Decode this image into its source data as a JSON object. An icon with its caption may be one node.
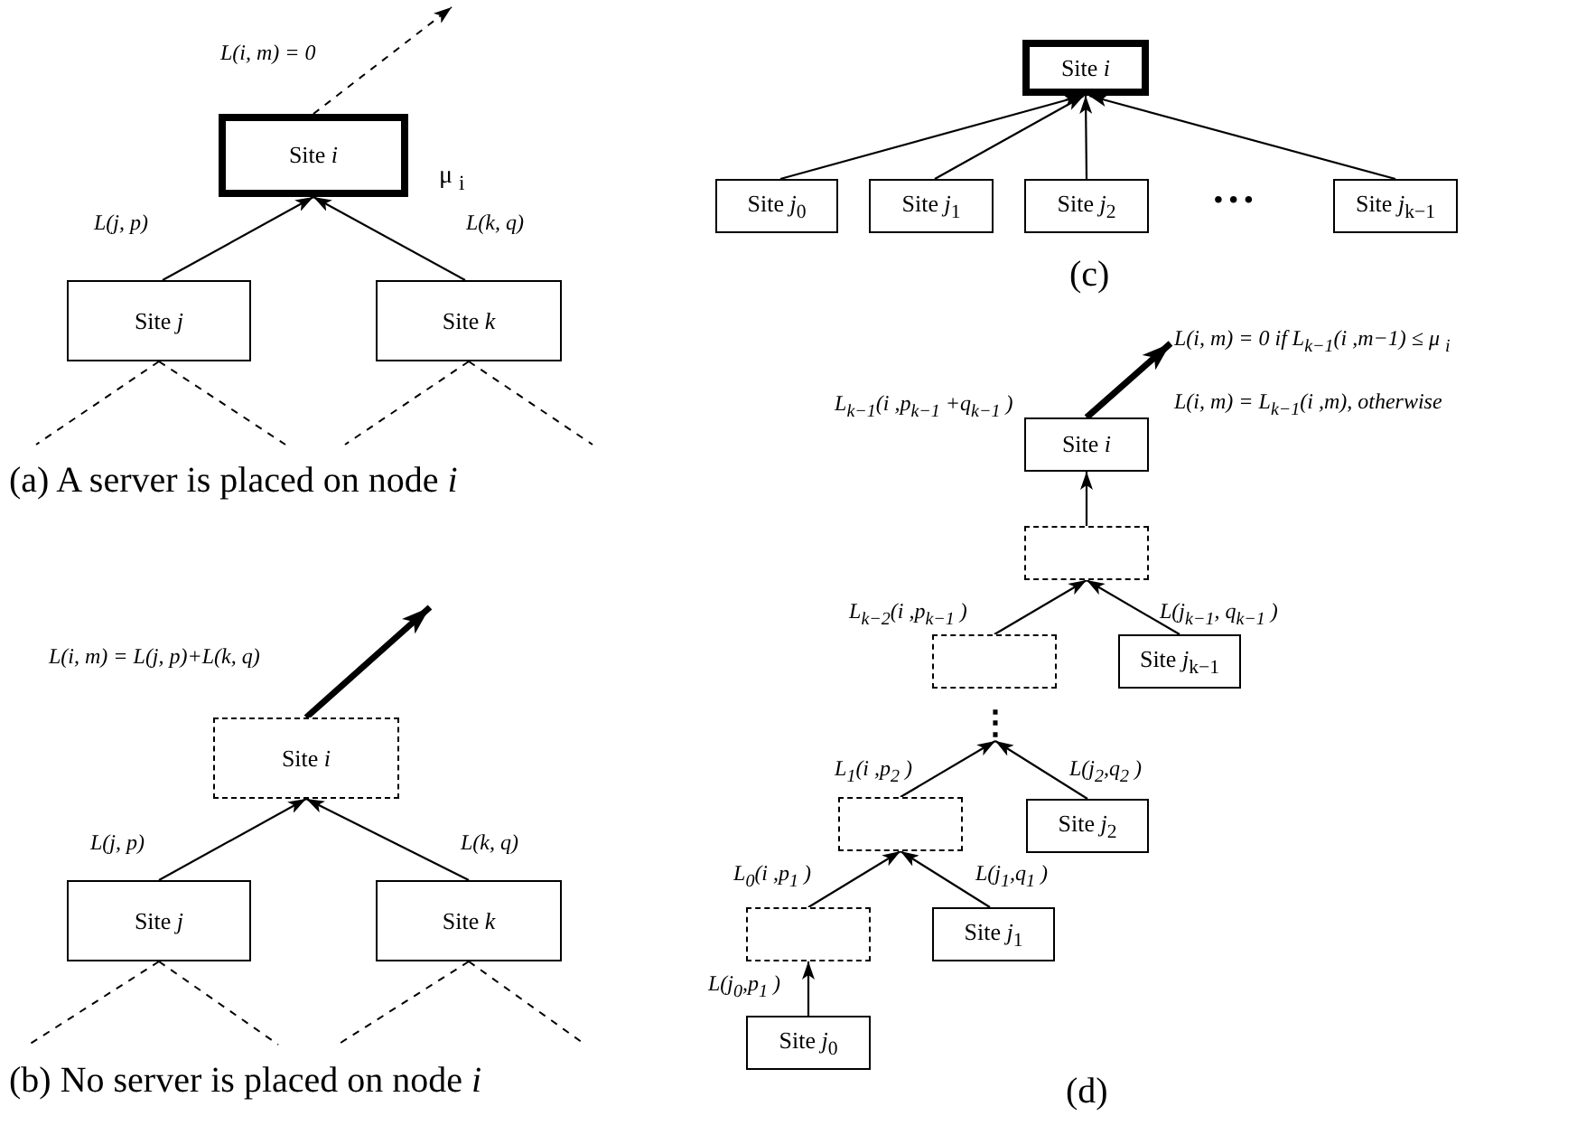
{
  "diagram": {
    "nodes": [
      {
        "text": [
          "Site *i*"
        ],
        "beside": [
          "μ $_{i}$"
        ]
      },
      {
        "text": [
          "Site *j*"
        ]
      },
      {
        "text": [
          "Site *k*"
        ]
      },
      {
        "text": [
          "Site *i*"
        ]
      },
      {
        "text": [
          "Site *j*"
        ]
      },
      {
        "text": [
          "Site *k*"
        ]
      },
      {
        "text": [
          "Site *i*"
        ]
      },
      {
        "text": [
          "Site *j*$_{0}$"
        ]
      },
      {
        "text": [
          "Site *j*$_{1}$"
        ]
      },
      {
        "text": [
          "Site *j*$_{2}$"
        ]
      },
      {
        "text": [
          "Site *j*$_{k−1}$"
        ]
      },
      {
        "text": [
          "Site *i*"
        ]
      },
      {
        "text": [],
        "shape": "box"
      },
      {
        "text": [],
        "shape": "box"
      },
      {
        "text": [
          "Site *j*$_{k−1}$"
        ]
      },
      {
        "text": [],
        "shape": "box"
      },
      {
        "text": [
          "Site *j*$_{2}$"
        ]
      },
      {
        "text": [],
        "shape": "box"
      },
      {
        "text": [
          "Site *j*$_{1}$"
        ]
      },
      {
        "text": [
          "Site *j*$_{0}$"
        ]
      },
      {
        "text": [
          "⋮"
        ]
      },
      {
        "text": [
          "L(i, m) = 0 if L$_{k−1}$(i ,m−1) ≤ μ $_{i}$",
          "L(i, m) = L$_{k−1}$(i ,m), otherwise"
        ]
      }
    ],
    "edges": [
      {
        "from": 0,
        "to": null,
        "arrow": "to",
        "style": "dashed",
        "label": "L(i, m) = 0"
      },
      {
        "from": 1,
        "to": 0,
        "arrow": "to",
        "label": "L(j, p)"
      },
      {
        "from": 2,
        "to": 0,
        "arrow": "to",
        "label": "L(k, q)"
      },
      {
        "from": 1,
        "to": null,
        "arrow": "none",
        "style": "dashed"
      },
      {
        "from": 1,
        "to": null,
        "arrow": "none",
        "style": "dashed"
      },
      {
        "from": 2,
        "to": null,
        "arrow": "none",
        "style": "dashed"
      },
      {
        "from": 2,
        "to": null,
        "arrow": "none",
        "style": "dashed"
      },
      {
        "from": 3,
        "to": null,
        "arrow": "to",
        "style": "thick",
        "label": "L(i, m) = L(j, p)+L(k, q)"
      },
      {
        "from": 4,
        "to": 3,
        "arrow": "to",
        "label": "L(j, p)"
      },
      {
        "from": 5,
        "to": 3,
        "arrow": "to",
        "label": "L(k, q)"
      },
      {
        "from": 4,
        "to": null,
        "arrow": "none",
        "style": "dashed"
      },
      {
        "from": 4,
        "to": null,
        "arrow": "none",
        "style": "dashed"
      },
      {
        "from": 5,
        "to": null,
        "arrow": "none",
        "style": "dashed"
      },
      {
        "from": 5,
        "to": null,
        "arrow": "none",
        "style": "dashed"
      },
      {
        "from": 7,
        "to": 6,
        "arrow": "to"
      },
      {
        "from": 8,
        "to": 6,
        "arrow": "to"
      },
      {
        "from": 9,
        "to": 6,
        "arrow": "to"
      },
      {
        "from": 10,
        "to": 6,
        "arrow": "to"
      },
      {
        "from": 11,
        "to": 21,
        "arrow": "to",
        "style": "thick"
      },
      {
        "from": 12,
        "to": 11,
        "arrow": "to",
        "label": "L$_{k−1}$(i ,p$_{k−1}$ +q$_{k−1}$ )"
      },
      {
        "from": 13,
        "to": 12,
        "arrow": "to",
        "label": "L$_{k−2}$(i ,p$_{k−1}$ )"
      },
      {
        "from": 14,
        "to": 12,
        "arrow": "to",
        "label": "L(j$_{k−1}$, q$_{k−1}$ )"
      },
      {
        "from": 15,
        "to": 20,
        "arrow": "to",
        "label": "L$_{1}$(i ,p$_{2}$ )"
      },
      {
        "from": 16,
        "to": 20,
        "arrow": "to",
        "label": "L(j$_{2}$,q$_{2}$ )"
      },
      {
        "from": 17,
        "to": 15,
        "arrow": "to",
        "label": "L$_{0}$(i ,p$_{1}$ )"
      },
      {
        "from": 18,
        "to": 15,
        "arrow": "to",
        "label": "L(j$_{1}$,q$_{1}$ )"
      },
      {
        "from": 19,
        "to": 17,
        "arrow": "to",
        "label": "L(j$_{0}$,p$_{1}$ )"
      }
    ],
    "labels": [
      "• • •",
      "(c)",
      "(a) A server is placed on node *i*",
      "(b) No server is placed on node *i*",
      "(d)"
    ]
  }
}
